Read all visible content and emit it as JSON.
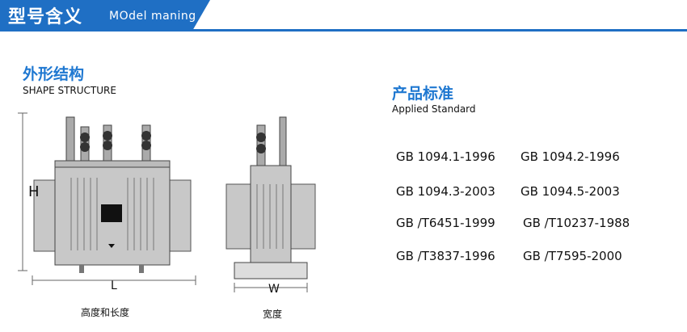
{
  "header": {
    "title": "型号含义",
    "subtitle": "MOdel maning"
  },
  "shape": {
    "title": "外形结构",
    "subtitle": "SHAPE STRUCTURE"
  },
  "standard": {
    "title": "产品标准",
    "subtitle": "Applied Standard",
    "rows": [
      [
        "GB 1094.1-1996",
        "GB 1094.2-1996"
      ],
      [
        "GB 1094.3-2003",
        "GB 1094.5-2003"
      ],
      [
        "GB /T6451-1999",
        "GB /T10237-1988"
      ],
      [
        "GB /T3837-1996",
        "GB /T7595-2000"
      ]
    ]
  },
  "drawing": {
    "front_label_h": "H",
    "front_label_l": "L",
    "side_label_w": "W",
    "front_caption": "高度和长度",
    "side_caption": "宽度"
  },
  "colors": {
    "accent": "#1f6fc4",
    "title_blue": "#1f78d1",
    "body_gray": "#c8c8c8"
  }
}
